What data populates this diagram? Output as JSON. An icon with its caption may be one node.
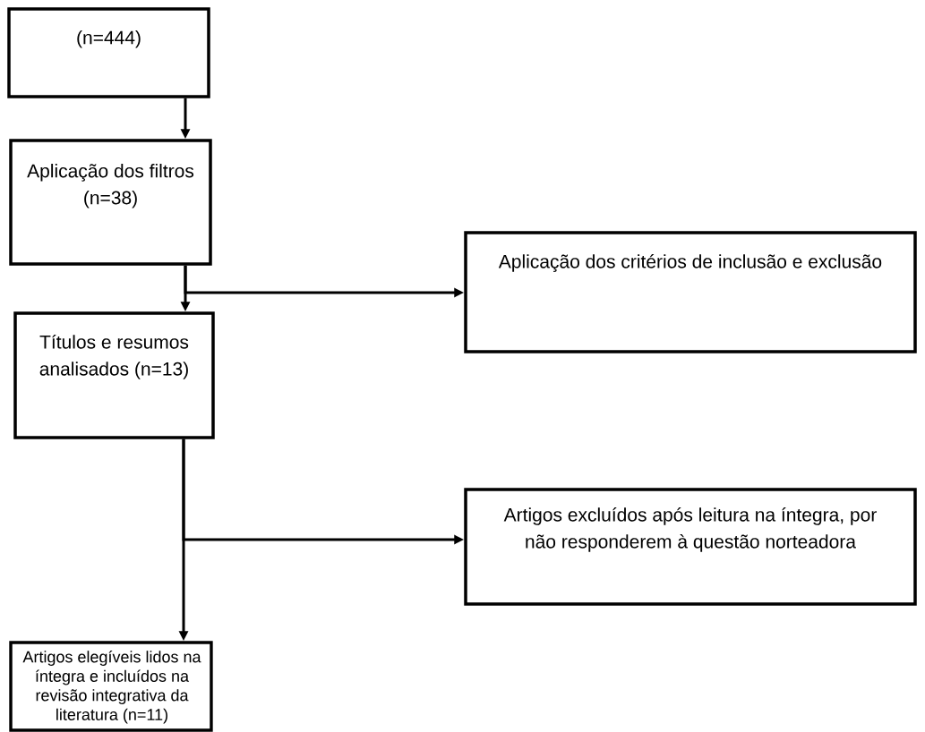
{
  "diagram": {
    "nodes": [
      {
        "text": [
          "(n=444)"
        ]
      },
      {
        "text": [
          "Aplicação dos filtros (n=38)"
        ]
      },
      {
        "text": [
          "Aplicação dos critérios de inclusão e exclusão"
        ]
      },
      {
        "text": [
          "Títulos e resumos analisados (n=13)"
        ]
      },
      {
        "text": [
          "Artigos excluídos após leitura na íntegra, por não responderem à questão norteadora"
        ]
      },
      {
        "text": [
          "Artigos elegíveis lidos na íntegra e incluídos na revisão integrativa da literatura (n=11)"
        ]
      }
    ],
    "edges": [
      {
        "from": 0,
        "to": 1,
        "arrow": "to"
      },
      {
        "from": 1,
        "to": 3,
        "arrow": "to"
      },
      {
        "from": 1,
        "to": 2,
        "arrow": "to"
      },
      {
        "from": 3,
        "to": 5,
        "arrow": "to"
      },
      {
        "from": 3,
        "to": 4,
        "arrow": "to"
      }
    ]
  }
}
